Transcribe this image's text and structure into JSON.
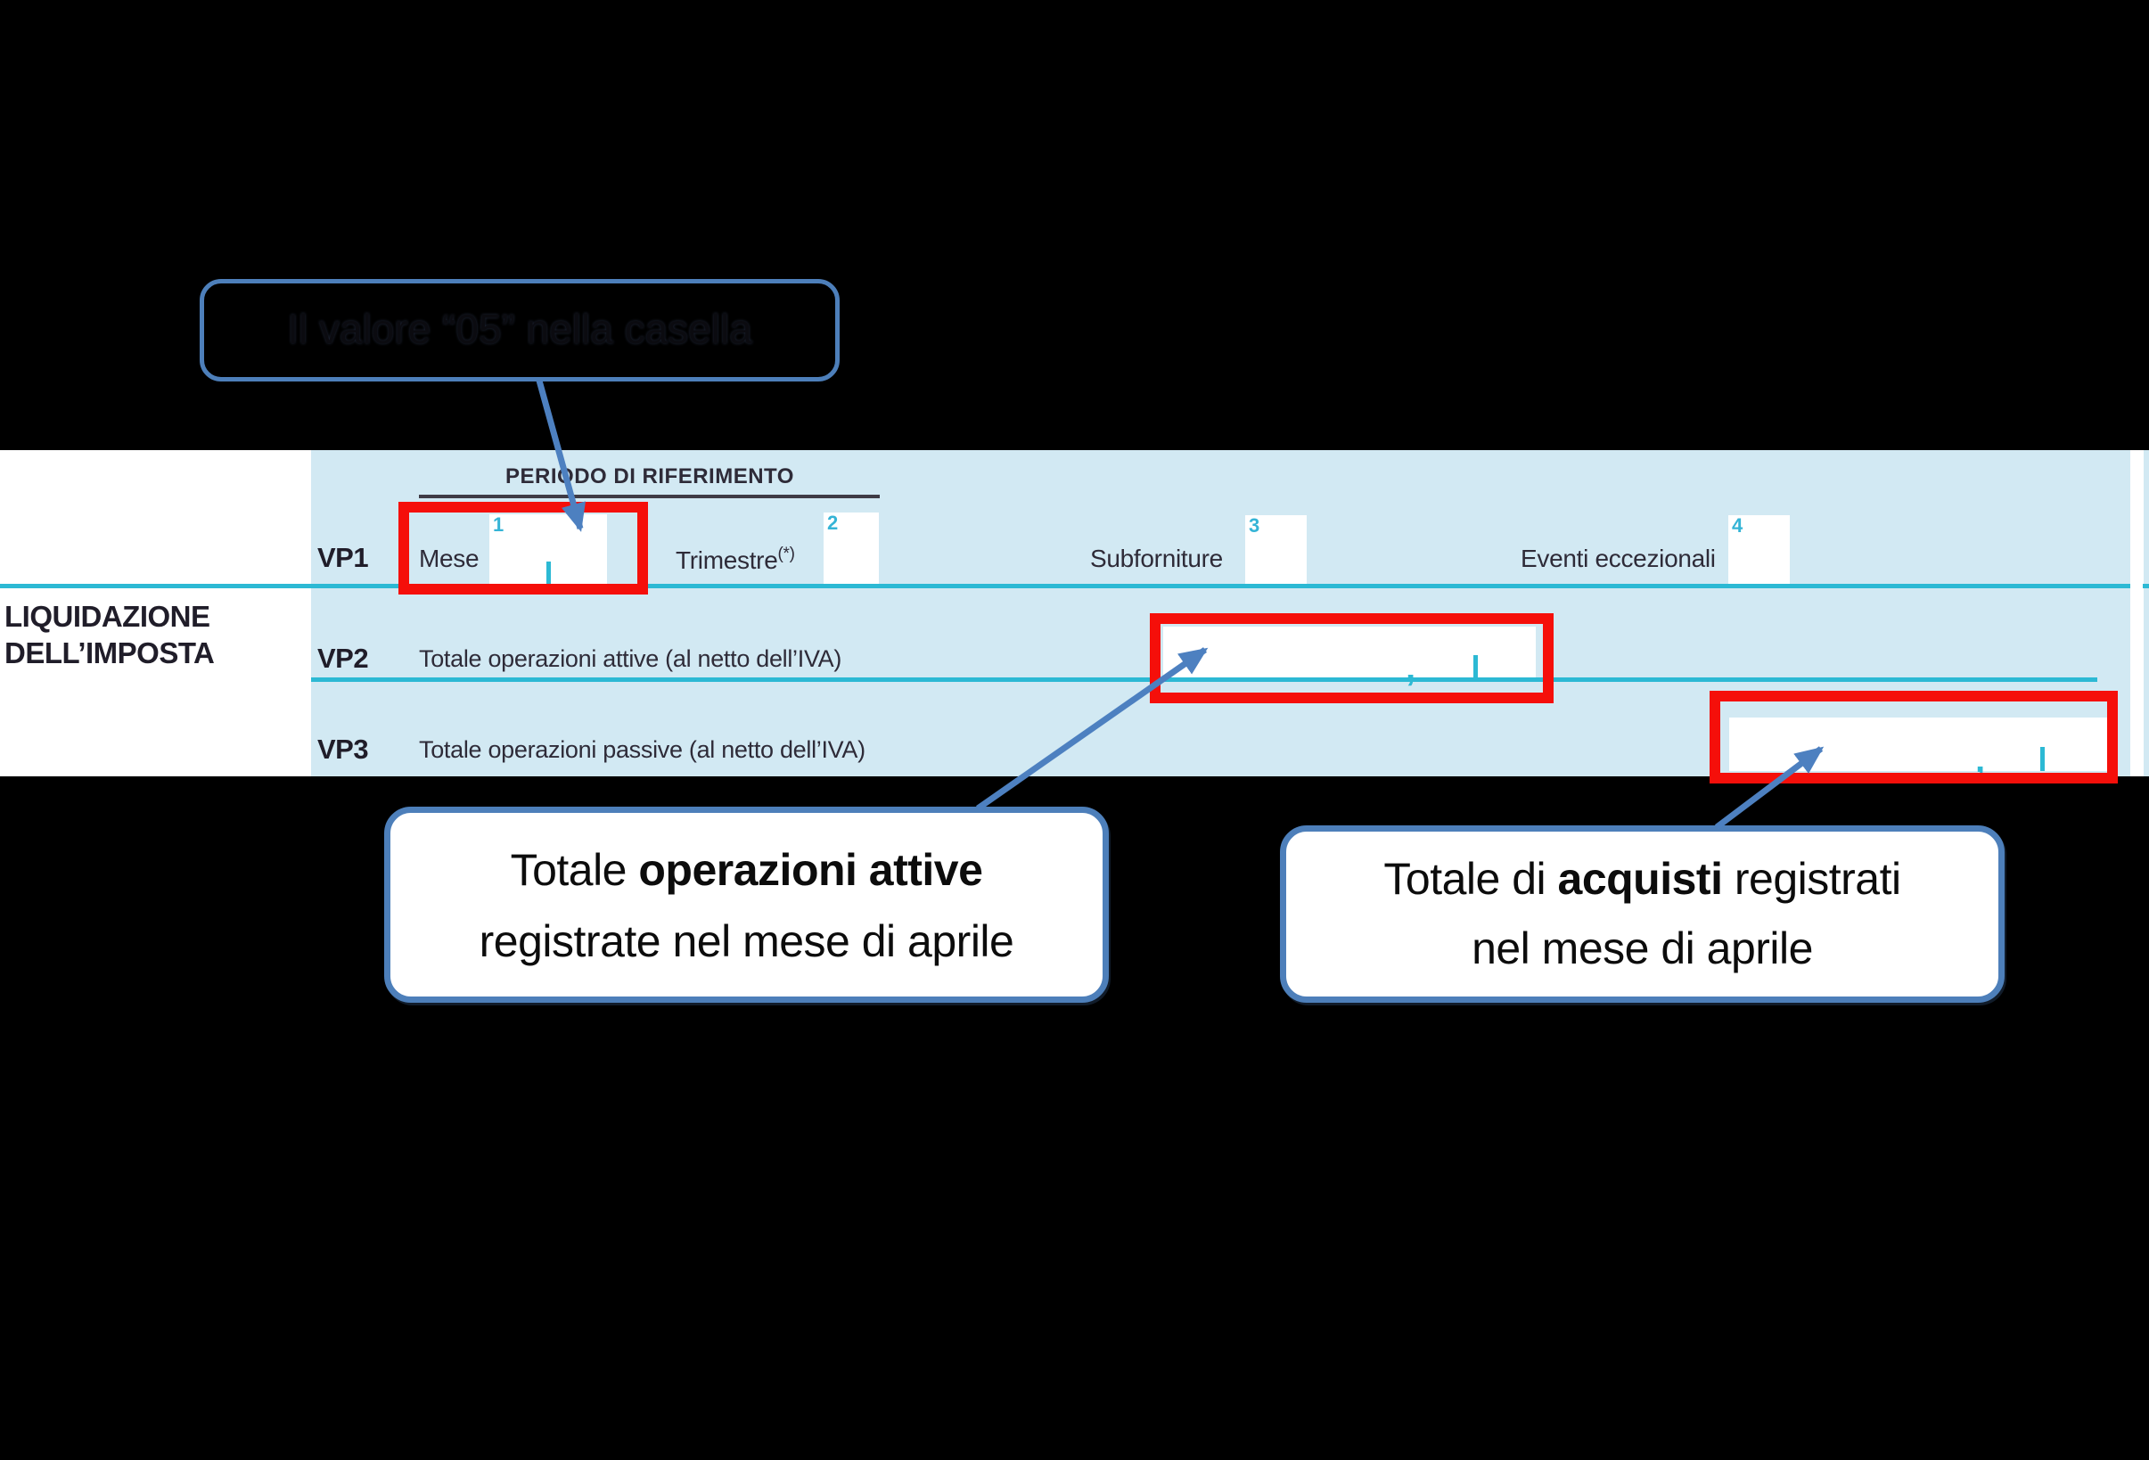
{
  "colors": {
    "background": "#000000",
    "form_bg": "#d2e9f3",
    "teal": "#2cb9d4",
    "teal_digit": "#35b4d6",
    "red_highlight": "#f50f0a",
    "steel_blue": "#4d7fba",
    "form_text": "#2e2b38"
  },
  "top_callout": {
    "text": "Il valore “05” nella casella"
  },
  "form": {
    "period_header": "PERIODO DI RIFERIMENTO",
    "section_label_line1": "LIQUIDAZIONE",
    "section_label_line2": "DELL’IMPOSTA",
    "vp1": {
      "code": "VP1",
      "fields": [
        {
          "label": "Mese",
          "box_num": "1"
        },
        {
          "label": "Trimestre",
          "note": "(*)",
          "box_num": "2"
        },
        {
          "label": "Subforniture",
          "box_num": "3"
        },
        {
          "label": "Eventi eccezionali",
          "box_num": "4"
        }
      ]
    },
    "vp2": {
      "code": "VP2",
      "label": "Totale operazioni attive (al netto dell’IVA)"
    },
    "vp3": {
      "code": "VP3",
      "label": "Totale operazioni passive (al netto dell’IVA)"
    },
    "decimal_comma": ","
  },
  "callout_vp2": {
    "t1": "Totale ",
    "b1": "operazioni attive",
    "line2": "registrate nel mese di aprile"
  },
  "callout_vp3": {
    "t1": "Totale di ",
    "b1": "acquisti",
    "t2": " registrati",
    "line2": "nel mese di aprile"
  }
}
